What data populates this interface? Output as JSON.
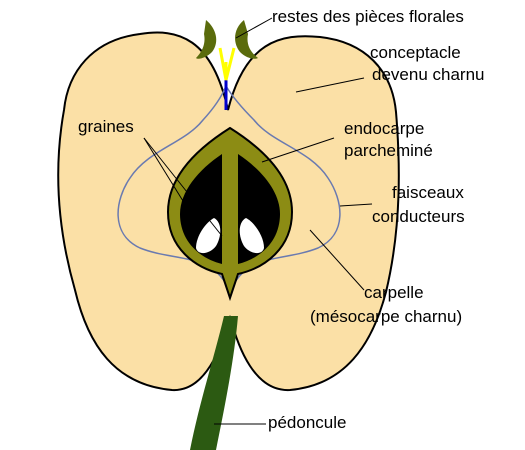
{
  "labels": {
    "floral_remains": "restes des pièces florales",
    "receptacle_line1": "conceptacle",
    "receptacle_line2": "devenu charnu",
    "endocarp_line1": "endocarpe",
    "endocarp_line2": "parcheminé",
    "seeds": "graines",
    "bundles_line1": "faisceaux",
    "bundles_line2": "conducteurs",
    "carpel_line1": "carpelle",
    "carpel_line2": "(mésocarpe charnu)",
    "peduncle": "pédoncule"
  },
  "colors": {
    "flesh": "#fbe0a6",
    "outline": "#000000",
    "endocarp": "#8c8c14",
    "locule": "#000000",
    "seed": "#ffffff",
    "stem": "#2c5a12",
    "sepal": "#5a6b0c",
    "style": "#ffff00",
    "vessel": "#0000cc",
    "bundle": "#6a7ab0"
  }
}
